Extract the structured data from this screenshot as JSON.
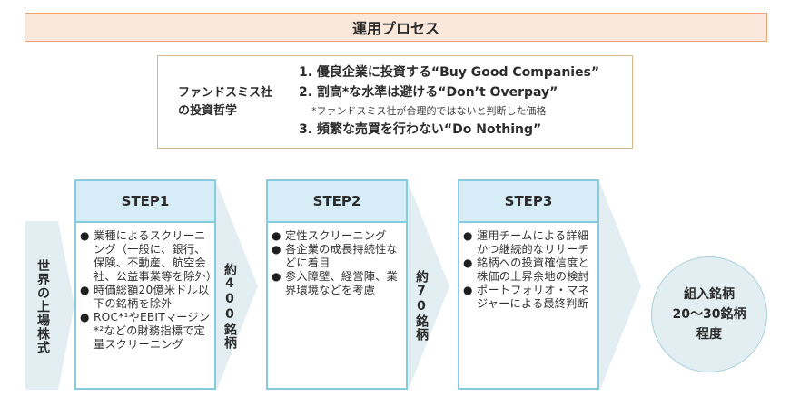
{
  "title": "運用プロセス",
  "philosophy": {
    "label_line1": "ファンドスミス社",
    "label_line2": "の投資哲学",
    "items": [
      "1. 優良企業に投資する“Buy Good Companies”",
      "2. 割高*な水準は避ける“Don’t Overpay”",
      "3. 頻繁な売買を行わない“Do Nothing”"
    ],
    "note": "*ファンドスミス社が合理的ではないと判断した価格"
  },
  "start_label": "世界の上場株式",
  "steps": [
    {
      "title": "STEP1",
      "bullets": [
        "業種によるスクリーニング（一般に、銀行、保険、不動産、航空会社、公益事業等を除外）",
        "時価総額20億米ドル以下の銘柄を除外",
        "ROC*¹やEBITマージン*²などの財務指標で定量スクリーニング"
      ],
      "result": "約400銘柄"
    },
    {
      "title": "STEP2",
      "bullets": [
        "定性スクリーニング",
        "各企業の成長持続性などに着目",
        "参入障壁、経営陣、業界環境などを考慮"
      ],
      "result": "約70銘柄"
    },
    {
      "title": "STEP3",
      "bullets": [
        "運用チームによる詳細かつ継続的なリサーチ",
        "銘柄への投資確信度と株価の上昇余地の検討",
        "ポートフォリオ・マネジャーによる最終判断"
      ]
    }
  ],
  "final": {
    "line1": "組入銘柄",
    "line2": "20〜30銘柄",
    "line3": "程度"
  },
  "bullet_glyph": "●",
  "colors": {
    "title_bg": "#fbe8dc",
    "title_border": "#e9a27a",
    "philosophy_border": "#d6b98a",
    "step_border": "#86cbe0",
    "step_head_bg": "#d6ecf6",
    "arrow_fill": "#e2eef2"
  }
}
